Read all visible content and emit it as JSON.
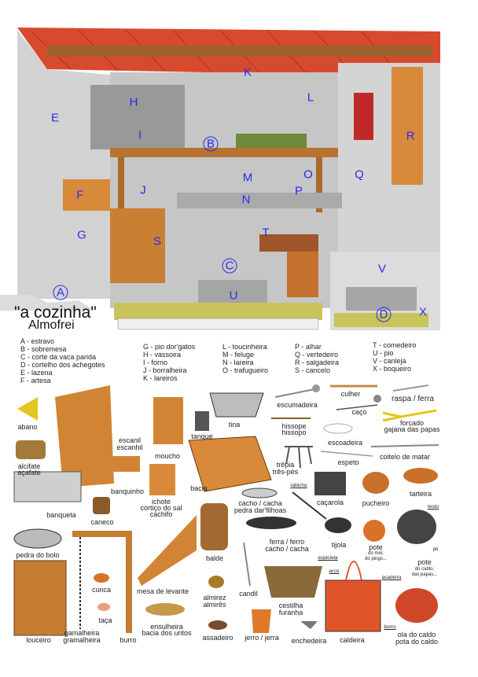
{
  "title": "\"a cozinha\"",
  "subtitle": "Almofrei",
  "scene_letters": [
    "A",
    "B",
    "C",
    "D",
    "E",
    "F",
    "G",
    "H",
    "I",
    "J",
    "K",
    "L",
    "M",
    "N",
    "O",
    "P",
    "Q",
    "R",
    "S",
    "T",
    "U",
    "V",
    "X"
  ],
  "legend": {
    "col1": [
      "A - estravo",
      "B - sobremesa",
      "C - corte da vaca parida",
      "D - cortelho dos achegotes",
      "E - lazena",
      "F - artesa"
    ],
    "col2": [
      "G - pio dor'gatos",
      "H - vassoira",
      "I  - forno",
      "J - borralheira",
      "K - lareiros"
    ],
    "col3": [
      "L - toucinheira",
      "M - feluge",
      "N - lareira",
      "O - trafugueiro"
    ],
    "col4": [
      "P - alhar",
      "Q - vertedeiro",
      "R - salgadeira",
      "S - cancelo"
    ],
    "col5": [
      "T - comedeiro",
      "U - pio",
      "V - canleja",
      "X - boqueiro"
    ]
  },
  "items": {
    "abano": "abano",
    "alcifate": "alcifate",
    "acafate": "açafate",
    "escanil": "escanil",
    "escanhil": "escanhil",
    "moucho": "moucho",
    "tanque": "tanque",
    "tina": "tina",
    "banquinho": "banquinho",
    "bacia": "bacia",
    "ichote": "ichote",
    "cortico": "cortiço do sal",
    "cachifo": "cachifo",
    "banqueta": "banqueta",
    "caneco": "caneco",
    "escumadeira": "escumadeira",
    "culher": "culher",
    "raspa": "raspa / ferra",
    "caco": "caço",
    "hissope": "hissope",
    "hissopo": "hissopo",
    "forcado": "forcado",
    "gajana": "gajana das papas",
    "escoadeira": "escoadeira",
    "coitelo": "coitelo de matar",
    "trepia": "trêpia",
    "trespes": "três-pés",
    "espeto": "espeto",
    "rabicho": "rabicho",
    "cacarola": "caçarola",
    "pucheiro": "pucheiro",
    "tarteira": "tarteira",
    "testo": "testo",
    "cacho1": "cacho / cacha",
    "pedra_filhoas": "pedra dar'filhoas",
    "pedra_bolo": "pedra do bolo",
    "balde": "balde",
    "cunca": "cunca",
    "mesa": "mesa de levante",
    "almirez": "almirez",
    "almires": "almirês",
    "taca": "taça",
    "ensulheira": "ensulheira",
    "bacia_untos": "bacia dos untos",
    "assadeiro": "assadeiro",
    "louceiro": "louceiro",
    "gamalheira": "gamalheira",
    "gramalheira": "gramalheira",
    "burro": "burro",
    "ferra": "ferra / ferro",
    "cacho2": "cacho / cacha",
    "tijola": "tijola",
    "pote1": "pote",
    "pote1a": "do mel,",
    "pote1b": "do pingo...",
    "pe": "pé",
    "pote2": "pote",
    "pote2a": "do caldo,",
    "pote2b": "das papas...",
    "espiciela": "espiciela",
    "arco": "arco",
    "asadeira": "asadeira",
    "candil": "candil",
    "cestilha": "cestilha",
    "furanha": "furanha",
    "jerro": "jerro / jerra",
    "enchedeira": "enchedeira",
    "caldeira": "caldeira",
    "borro": "borro",
    "ola": "ola do caldo",
    "pota": "pota do caldo"
  },
  "colors": {
    "letter": "#2a2cf0",
    "wood": "#d9893a",
    "stone": "#c9c9c9",
    "roof": "#d84a2e",
    "straw": "#c9c45a"
  }
}
